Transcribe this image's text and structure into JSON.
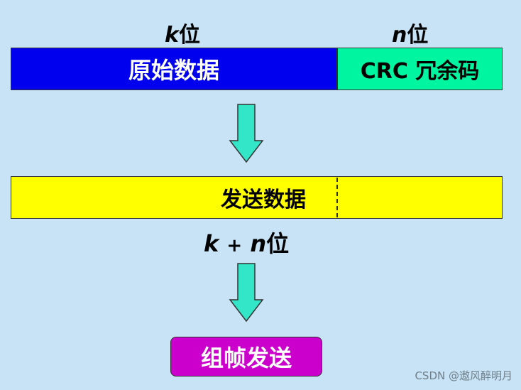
{
  "labels": {
    "k_var": "k",
    "n_var": "n",
    "bit_unit": "位",
    "plus": "+"
  },
  "blocks": {
    "raw_data": "原始数据",
    "crc": "CRC 冗余码",
    "send_data": "发送数据",
    "frame": "组帧发送"
  },
  "watermark": "CSDN @遨风醉明月",
  "colors": {
    "background": "#c7e3f5",
    "raw_data_fill": "#0000ee",
    "crc_fill": "#00f5a0",
    "send_data_fill": "#ffff00",
    "frame_fill": "#cc00cc",
    "arrow_fill": "#33e6c8"
  }
}
